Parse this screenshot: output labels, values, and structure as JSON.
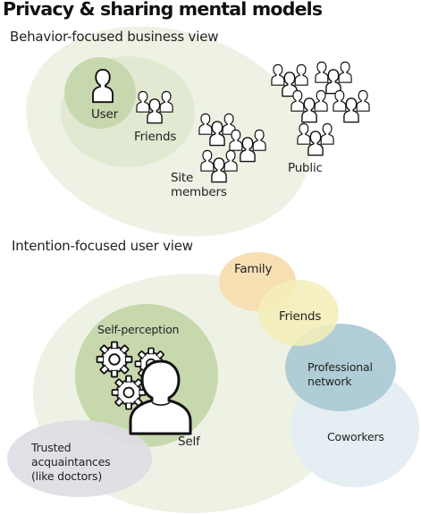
{
  "title": "Privacy & sharing mental models",
  "business_view": {
    "heading": "Behavior-focused business view",
    "labels": {
      "user": "User",
      "friends": "Friends",
      "site_line1": "Site",
      "site_line2": "members",
      "public": "Public"
    }
  },
  "user_view": {
    "heading": "Intention-focused user view",
    "labels": {
      "family": "Family",
      "friends": "Friends",
      "professional_line1": "Professional",
      "professional_line2": "network",
      "coworkers": "Coworkers",
      "self_perception": "Self-perception",
      "self": "Self",
      "trusted_line1": "Trusted",
      "trusted_line2": "acquaintances",
      "trusted_line3": "(like doctors)"
    }
  },
  "colors": {
    "outer_green": "#eef2e4",
    "mid_green": "#dfe8cf",
    "inner_green": "#c7d8ad",
    "family_orange": "#f7ddb0",
    "friends_yellow": "#f5efb8",
    "professional_blue": "#a9c9d4",
    "coworkers_blue": "#e4edf2",
    "trusted_gray": "#e3dfe6",
    "person_stroke": "#111111"
  },
  "icons": [
    "person-icon",
    "person-group-icon",
    "gear-icon"
  ]
}
